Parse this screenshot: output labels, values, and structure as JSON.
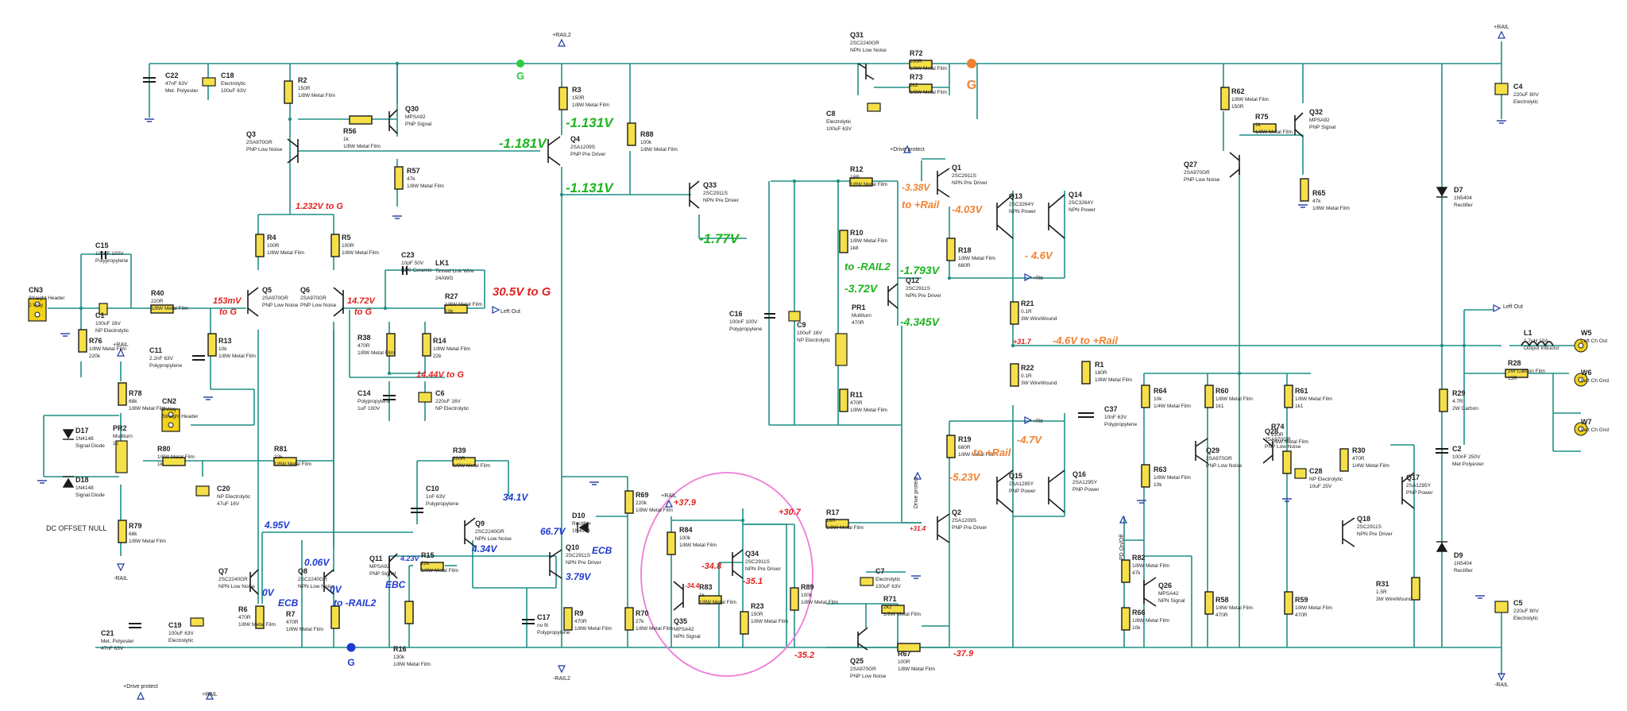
{
  "colors": {
    "wire": "#1f8f85",
    "resistor_fill": "#f5e04a",
    "voltage_green": "#1fb41f",
    "voltage_red": "#e0231f",
    "voltage_orange": "#f08232",
    "voltage_blue": "#1f3ad0",
    "highlight_circle": "#f07ad8",
    "ground_node_green": "#2ecc40",
    "ground_node_orange": "#f08232",
    "ground_node_blue": "#1f3ad0"
  },
  "rails": {
    "rail_pos": "+RAIL",
    "rail_neg": "-RAIL",
    "rail2_pos": "+RAIL2",
    "rail2_neg": "-RAIL2",
    "drive_protect": "+Drive protect",
    "drive_protect_vertical": "Drive protect",
    "pd_on_off": "PD On/Off",
    "rail_small": "+RAIL"
  },
  "nodes": {
    "g_green": "G",
    "g_orange": "G",
    "g_blue": "G"
  },
  "notes": {
    "dc_offset_null": "DC OFFSET NULL"
  },
  "outputs": {
    "plus_re_1": "+Re",
    "plus_re_2": "+Re",
    "left_out_top": "Left Out",
    "left_out_mid": "Left Out"
  },
  "voltages": {
    "v_1181": "-1.181V",
    "v_1131a": "-1.131V",
    "v_1131b": "-1.131V",
    "v_177": "-1.77V",
    "v_1793": "-1.793V",
    "v_372": "-3.72V",
    "v_4345": "-4.345V",
    "v_to_rail2": "to -RAIL2",
    "v_1232": "1.232V to G",
    "v_153mv": "153mV",
    "v_153_to_g": "to G",
    "v_1472": "14.72V",
    "v_1472_to_g": "to G",
    "v_305": "30.5V to G",
    "v_1444": "14.44V to G",
    "v_338": "-3.38V",
    "v_338_to_rail": "to +Rail",
    "v_403": "-4.03V",
    "v_46": "- 4.6V",
    "v_46_to_rail": "-4.6V to +Rail",
    "v_317": "+31.7",
    "v_47": "-4.7V",
    "v_47_to_rail": "to +Rail",
    "v_523": "-5.23V",
    "v_495": "4.95V",
    "v_006": "0.06V",
    "v_0v_a": "0V",
    "v_0v_b": "0V",
    "v_ecb_a": "ECB",
    "v_ebc": "EBC",
    "v_423": "4.23V",
    "v_341": "34.1V",
    "v_434": "4.34V",
    "v_667": "66.7V",
    "v_379": "3.79V",
    "v_ecb_b": "ECB",
    "v_379b": "+37.9",
    "v_307": "+30.7",
    "v_348": "-34.8",
    "v_351": "-35.1",
    "v_344": "-34.4",
    "v_352": "-35.2",
    "v_379n": "-37.9",
    "v_314": "+31.4"
  },
  "components": {
    "C22": [
      "C22",
      "47nF 63V",
      "Met. Polyester"
    ],
    "C18": [
      "C18",
      "Electrolytic",
      "100uF 63V"
    ],
    "R2": [
      "R2",
      "150R",
      "1/8W Metal Film"
    ],
    "R56": [
      "R56",
      "1k",
      "1/8W Metal Film"
    ],
    "Q30": [
      "Q30",
      "MPSA92",
      "PNP Signal"
    ],
    "Q3": [
      "Q3",
      "2SA970GR",
      "PNP Low Noise"
    ],
    "R57": [
      "R57",
      "47k",
      "1/8W Metal Film"
    ],
    "R3": [
      "R3",
      "150R",
      "1/8W Metal Film"
    ],
    "Q4": [
      "Q4",
      "2SA1209S",
      "PNP Pre Driver"
    ],
    "R88": [
      "R88",
      "100k",
      "1/8W Metal Film"
    ],
    "Q31": [
      "Q31",
      "2SC2240GR",
      "NPN Low Noise"
    ],
    "R72": [
      "R72",
      "100R",
      "1/8W Metal Film"
    ],
    "R73": [
      "R73",
      "2k2",
      "1/8W Metal Film"
    ],
    "C8": [
      "C8",
      "Electrolytic",
      "100uF 63V"
    ],
    "Q33": [
      "Q33",
      "2SC2911S",
      "NPN Pre Driver"
    ],
    "R12": [
      "R12",
      "18R",
      "1/8W Metal Film"
    ],
    "Q1": [
      "Q1",
      "2SC2911S",
      "NPN Pre Driver"
    ],
    "Q13": [
      "Q13",
      "2SC3264Y",
      "NPN Power"
    ],
    "Q14": [
      "Q14",
      "2SC3264Y",
      "NPN Power"
    ],
    "R18": [
      "R18",
      "1/8W Metal Film",
      "680R"
    ],
    "R62": [
      "R62",
      "1/8W Metal Film",
      "150R"
    ],
    "R75": [
      "R75",
      "1k",
      "1/8W Metal Film"
    ],
    "Q32": [
      "Q32",
      "MPSA92",
      "PNP Signal"
    ],
    "Q27": [
      "Q27",
      "2SA970GR",
      "PNP Low Noise"
    ],
    "R65": [
      "R65",
      "47k",
      "1/8W Metal Film"
    ],
    "C4": [
      "C4",
      "220uF 80V",
      "Electrolytic"
    ],
    "D7": [
      "D7",
      "1N5404",
      "Rectifier"
    ],
    "R4": [
      "R4",
      "100R",
      "1/8W Metal Film"
    ],
    "R5": [
      "R5",
      "100R",
      "1/8W Metal Film"
    ],
    "C23": [
      "C23",
      "10pF 50V",
      "NP0 Ceramic"
    ],
    "LK1": [
      "LK1",
      "Tinned Link Wire",
      "24AWG"
    ],
    "C15": [
      "C15",
      "100nF 100V",
      "Polypropylene"
    ],
    "CN3": [
      "CN3",
      "Straight Header",
      "2 Way"
    ],
    "C1": [
      "C1",
      "100uF 16V",
      "NP Electrolytic"
    ],
    "R40": [
      "R40",
      "220R",
      "1/8W Metal Film"
    ],
    "Q5": [
      "Q5",
      "2SA970GR",
      "PNP Low Noise"
    ],
    "Q6": [
      "Q6",
      "2SA970GR",
      "PNP Low Noise"
    ],
    "R27": [
      "R27",
      "1/8W Metal Film",
      "10k"
    ],
    "R10": [
      "R10",
      "1/8W Metal Film",
      "1k8"
    ],
    "Q12": [
      "Q12",
      "2SC2911S",
      "NPN Pre Driver"
    ],
    "C16": [
      "C16",
      "100nF 100V",
      "Polypropylene"
    ],
    "C9": [
      "C9",
      "100uF 16V",
      "NP Electrolytic"
    ],
    "PR1": [
      "PR1",
      "Multiturn",
      "470R"
    ],
    "R11": [
      "R11",
      "470R",
      "1/8W Metal Film"
    ],
    "R21": [
      "R21",
      "0.1R",
      "3W WireWound"
    ],
    "R22": [
      "R22",
      "0.1R",
      "3W WireWound"
    ],
    "R76": [
      "R76",
      "1/8W Metal Film",
      "220k"
    ],
    "C11": [
      "C11",
      "2.2nF 63V",
      "Polypropylene"
    ],
    "R13": [
      "R13",
      "10k",
      "1/8W Metal Film"
    ],
    "R38": [
      "R38",
      "470R",
      "1/8W Metal Film"
    ],
    "R14": [
      "R14",
      "1/8W Metal Film",
      "22k"
    ],
    "C14": [
      "C14",
      "Polypropylene",
      "1uF 100V"
    ],
    "C6": [
      "C6",
      "220uF 16V",
      "NP Electrolytic"
    ],
    "R78": [
      "R78",
      "68k",
      "1/8W Metal Film"
    ],
    "CN2": [
      "CN2",
      "2 Way",
      "Straight Header"
    ],
    "PR2": [
      "PR2",
      "Multiturn",
      "1k"
    ],
    "D17": [
      "D17",
      "1N4148",
      "Signal Diode"
    ],
    "D18": [
      "D18",
      "1N4148",
      "Signal Diode"
    ],
    "R80": [
      "R80",
      "1/8W Metal Film",
      "1k"
    ],
    "R81": [
      "R81",
      "22k",
      "1/8W Metal Film"
    ],
    "C20": [
      "C20",
      "NP Electrolytic",
      "47uF 16V"
    ],
    "R79": [
      "R79",
      "68k",
      "1/8W Metal Film"
    ],
    "R1": [
      "R1",
      "180R",
      "1/8W Metal Film"
    ],
    "C37": [
      "C37",
      "10nF 63V",
      "Polypropylene"
    ],
    "R64": [
      "R64",
      "10k",
      "1/4W Metal Film"
    ],
    "R60": [
      "R60",
      "1/8W Metal Film",
      "1k1"
    ],
    "R61": [
      "R61",
      "1/8W Metal Film",
      "1k1"
    ],
    "L1": [
      "L1",
      "1.7uH 10A",
      "Output Inductor"
    ],
    "R28": [
      "R28",
      "2W Carbon Film",
      "15R"
    ],
    "W5": [
      "W5",
      "Left Ch Out"
    ],
    "W6": [
      "W6",
      "Left Ch Gnd"
    ],
    "W7": [
      "W7",
      "Left Ch Gnd"
    ],
    "R29": [
      "R29",
      "4.7R",
      "2W Carbon"
    ],
    "C2": [
      "C2",
      "100nF 250V",
      "Met Polyester"
    ],
    "R19": [
      "R19",
      "680R",
      "1/8W Metal Film"
    ],
    "Q15": [
      "Q15",
      "2SA1295Y",
      "PNP Power"
    ],
    "Q16": [
      "Q16",
      "2SA1295Y",
      "PNP Power"
    ],
    "Q29": [
      "Q29",
      "2SA970GR",
      "PNP Low Noise"
    ],
    "Q28": [
      "Q28",
      "2SA970GR",
      "PNP Low Noise"
    ],
    "R74": [
      "R74",
      "910R",
      "1/8W Metal Film"
    ],
    "C28": [
      "C28",
      "NP Electrolytic",
      "10uF 25V"
    ],
    "R30": [
      "R30",
      "470R",
      "1/4W Metal Film"
    ],
    "Q17": [
      "Q17",
      "2SA1295Y",
      "PNP Power"
    ],
    "R63": [
      "R63",
      "1/8W Metal Film",
      "10k"
    ],
    "Q18": [
      "Q18",
      "2SC2911S",
      "NPN Pre Driver"
    ],
    "D9": [
      "D9",
      "1N5404",
      "Rectifier"
    ],
    "C5": [
      "C5",
      "220uF 80V",
      "Electrolytic"
    ],
    "R39": [
      "R39",
      "200R",
      "1/8W Metal Film"
    ],
    "C10": [
      "C10",
      "1nF 63V",
      "Polypropylene"
    ],
    "Q9": [
      "Q9",
      "2SC2240GR",
      "NPN Low Noise"
    ],
    "R69": [
      "R69",
      "220k",
      "1/8W Metal Film"
    ],
    "D10": [
      "D10",
      "Rectifier",
      "1N4004"
    ],
    "Q10": [
      "Q10",
      "2SC2911S",
      "NPN Pre Driver"
    ],
    "Q7": [
      "Q7",
      "2SC2240GR",
      "NPN Low Noise"
    ],
    "Q8": [
      "Q8",
      "2SC2240GR",
      "NPN Low Noise"
    ],
    "Q11": [
      "Q11",
      "MPSA92",
      "PNP Signal"
    ],
    "R15": [
      "R15",
      "22k",
      "1/8W Metal Film"
    ],
    "R6": [
      "R6",
      "470R",
      "1/8W Metal Film"
    ],
    "R7": [
      "R7",
      "470R",
      "1/8W Metal Film"
    ],
    "R16": [
      "R16",
      "130k",
      "1/8W Metal Film"
    ],
    "C21": [
      "C21",
      "Met. Polyester",
      "47nF 63V"
    ],
    "C19": [
      "C19",
      "100uF 63V",
      "Electrolytic"
    ],
    "C17": [
      "C17",
      "no fit",
      "Polypropylene"
    ],
    "R9": [
      "R9",
      "470R",
      "1/8W Metal Film"
    ],
    "R70": [
      "R70",
      "27k",
      "1/8W Metal Film"
    ],
    "R84": [
      "R84",
      "100k",
      "1/8W Metal Film"
    ],
    "Q34": [
      "Q34",
      "2SC2911S",
      "NPN Pre Driver"
    ],
    "R83": [
      "R83",
      "1k",
      "1/8W Metal Film"
    ],
    "R23": [
      "R23",
      "150R",
      "1/8W Metal Film"
    ],
    "Q35": [
      "Q35",
      "MPSA42",
      "NPN Signal"
    ],
    "R89": [
      "R89",
      "100k",
      "1/8W Metal Film"
    ],
    "R17": [
      "R17",
      "18R",
      "1/8W Metal Film"
    ],
    "C7": [
      "C7",
      "Electrolytic",
      "100uF 63V"
    ],
    "R71": [
      "R71",
      "2k2",
      "1/8W Metal Film"
    ],
    "R67": [
      "R67",
      "100R",
      "1/8W Metal Film"
    ],
    "Q25": [
      "Q25",
      "2SA970GR",
      "PNP Low Noise"
    ],
    "Q2": [
      "Q2",
      "2SA1209S",
      "PNP Pre Driver"
    ],
    "R82": [
      "R82",
      "1/8W Metal Film",
      "47k"
    ],
    "Q26": [
      "Q26",
      "MPSA42",
      "NPN Signal"
    ],
    "R66": [
      "R66",
      "1/8W Metal Film",
      "10k"
    ],
    "R58": [
      "R58",
      "1/8W Metal Film",
      "470R"
    ],
    "R59": [
      "R59",
      "1/8W Metal Film",
      "470R"
    ],
    "R31": [
      "R31",
      "1.5R",
      "3W WireWound"
    ]
  }
}
